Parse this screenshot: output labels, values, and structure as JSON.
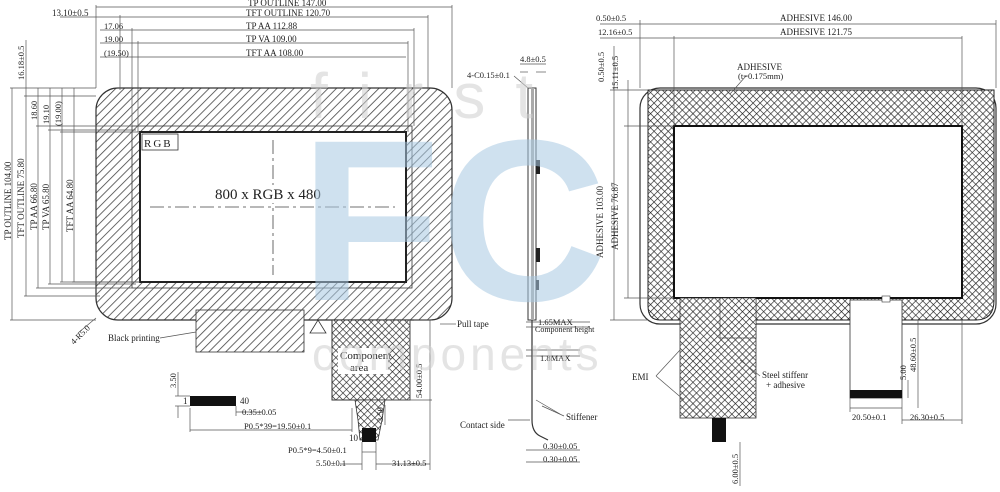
{
  "colors": {
    "line": "#333333",
    "dim": "#555555",
    "watermark_text": "#d6d6d6",
    "watermark_logo": "#bcd6ea",
    "hatch": "#444444",
    "crosshatch": "#222222"
  },
  "watermark": {
    "top_text": "first",
    "logo": "FC",
    "bottom_text": "components"
  },
  "front_view": {
    "tp_outline_w": "TP OUTLINE 147.00",
    "tft_outline_w": "TFT OUTLINE 120.70",
    "left_offset": "13.10±0.5",
    "tp_aa_w": "TP AA 112.88",
    "tp_va_w": "TP VA 109.00",
    "tft_aa_w": "TFT AA 108.00",
    "off_17": "17.06",
    "off_19": "19.00",
    "off_1950": "(19.50)",
    "top_1618": "16.18±0.5",
    "v_1860": "18.60",
    "v_1910": "19.10",
    "v_1900": "(19.00)",
    "tp_outline_h": "TP OUTLINE 104.00",
    "tft_outline_h": "TFT OUTLINE 75.80",
    "tp_aa_h": "TP AA 66.80",
    "tp_va_h": "TP VA 65.80",
    "tft_aa_h": "TFT AA 64.80",
    "rgb_label": "RGB",
    "resolution": "800 x RGB x 480",
    "corner_chamfer": "4-R5.0",
    "black_printing": "Black printing",
    "pull_tape": "Pull tape",
    "component_area": [
      "Component",
      "area"
    ],
    "v_350": "3.50",
    "pin1": "1",
    "pin40": "40",
    "tail_thk": "0.35±0.05",
    "pitch_fpc": "P0.5*39=19.50±0.1",
    "v_3_50b": "3.50",
    "pin10": "10",
    "pitch_ctp": "P0.5*9=4.50±0.1",
    "dim_550": "5.50±0.1",
    "dim_3113": "31.13±0.5",
    "dim_5400": "54.00±0.5"
  },
  "side_view": {
    "chamfer": "4-C0.15±0.1",
    "top_thk": "4.8±0.5",
    "max_165": "1.65MAX",
    "comp_height": "Component height",
    "max_18": "1.8MAX",
    "contact_side": "Contact side",
    "stiffener": "Stiffener",
    "thk_030a": "0.30±0.05",
    "thk_030b": "0.30±0.05"
  },
  "back_view": {
    "off_050": "0.50±0.5",
    "adh_146": "ADHESIVE 146.00",
    "off_1216": "12.16±0.5",
    "adh_12175": "ADHESIVE 121.75",
    "v_050": "0.50±0.5",
    "v_1511": "15.11±0.5",
    "adhesive_label": "ADHESIVE",
    "adhesive_thk": "(t=0.175mm)",
    "adh_103": "ADHESIVE 103.00",
    "adh_7687": "ADHESIVE 76.87",
    "emi": "EMI",
    "steel_stiffener": [
      "Steel stiffenr",
      "+ adhesive"
    ],
    "v_4860": "48.60±0.5",
    "v_500": "5.00",
    "dim_2050": "20.50±0.1",
    "dim_2630": "26.30±0.5",
    "v_600": "6.00±0.5"
  }
}
